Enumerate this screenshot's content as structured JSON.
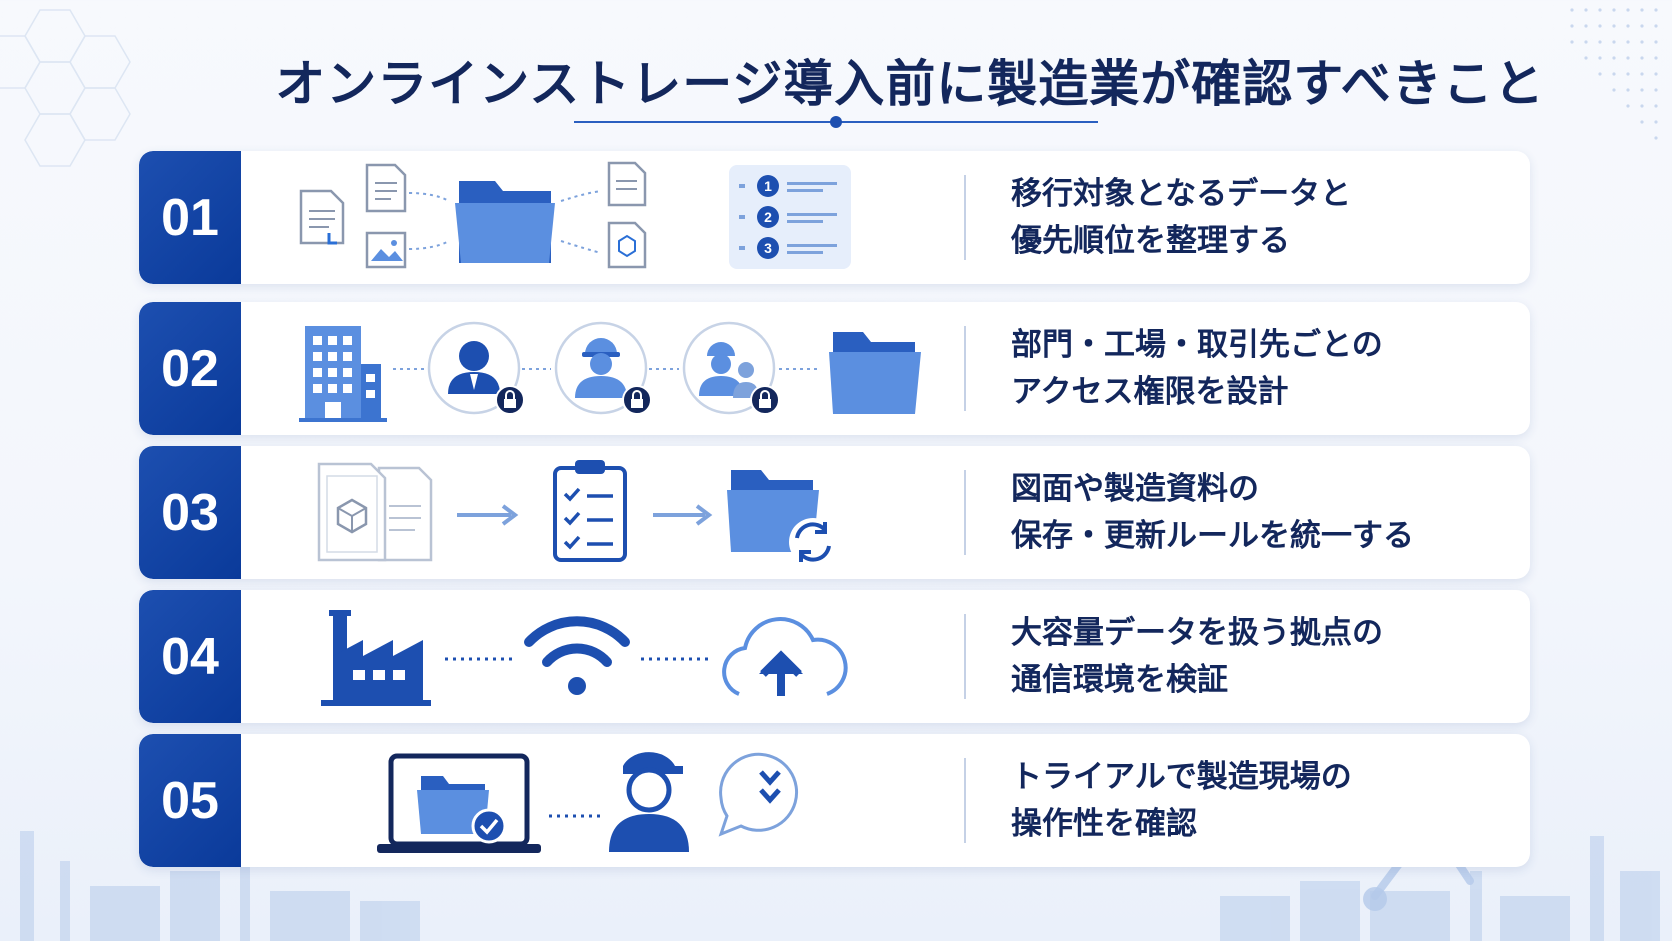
{
  "title": "オンラインストレージ導入前に製造業が確認すべきこと",
  "colors": {
    "primary": "#0a3a9a",
    "accent": "#2a6fd6",
    "icon_light": "#5b8fe0",
    "text": "#13275c"
  },
  "steps": [
    {
      "number": "01",
      "line1": "移行対象となるデータと",
      "line2": "優先順位を整理する",
      "icons": [
        "document-icon",
        "image-file-icon",
        "folder-icon",
        "cad-file-icon",
        "numbered-list-icon"
      ],
      "list_numbers": [
        "1",
        "2",
        "3"
      ]
    },
    {
      "number": "02",
      "line1": "部門・工場・取引先ごとの",
      "line2": "アクセス権限を設計",
      "icons": [
        "building-icon",
        "user-lock-icon",
        "worker-lock-icon",
        "group-lock-icon",
        "folder-icon"
      ]
    },
    {
      "number": "03",
      "line1": "図面や製造資料の",
      "line2": "保存・更新ルールを統一する",
      "icons": [
        "drawing-files-icon",
        "arrow-right-icon",
        "checklist-icon",
        "folder-sync-icon"
      ]
    },
    {
      "number": "04",
      "line1": "大容量データを扱う拠点の",
      "line2": "通信環境を検証",
      "icons": [
        "factory-icon",
        "wifi-icon",
        "cloud-upload-icon"
      ]
    },
    {
      "number": "05",
      "line1": "トライアルで製造現場の",
      "line2": "操作性を確認",
      "icons": [
        "laptop-folder-check-icon",
        "worker-icon",
        "feedback-bubble-icon"
      ]
    }
  ]
}
